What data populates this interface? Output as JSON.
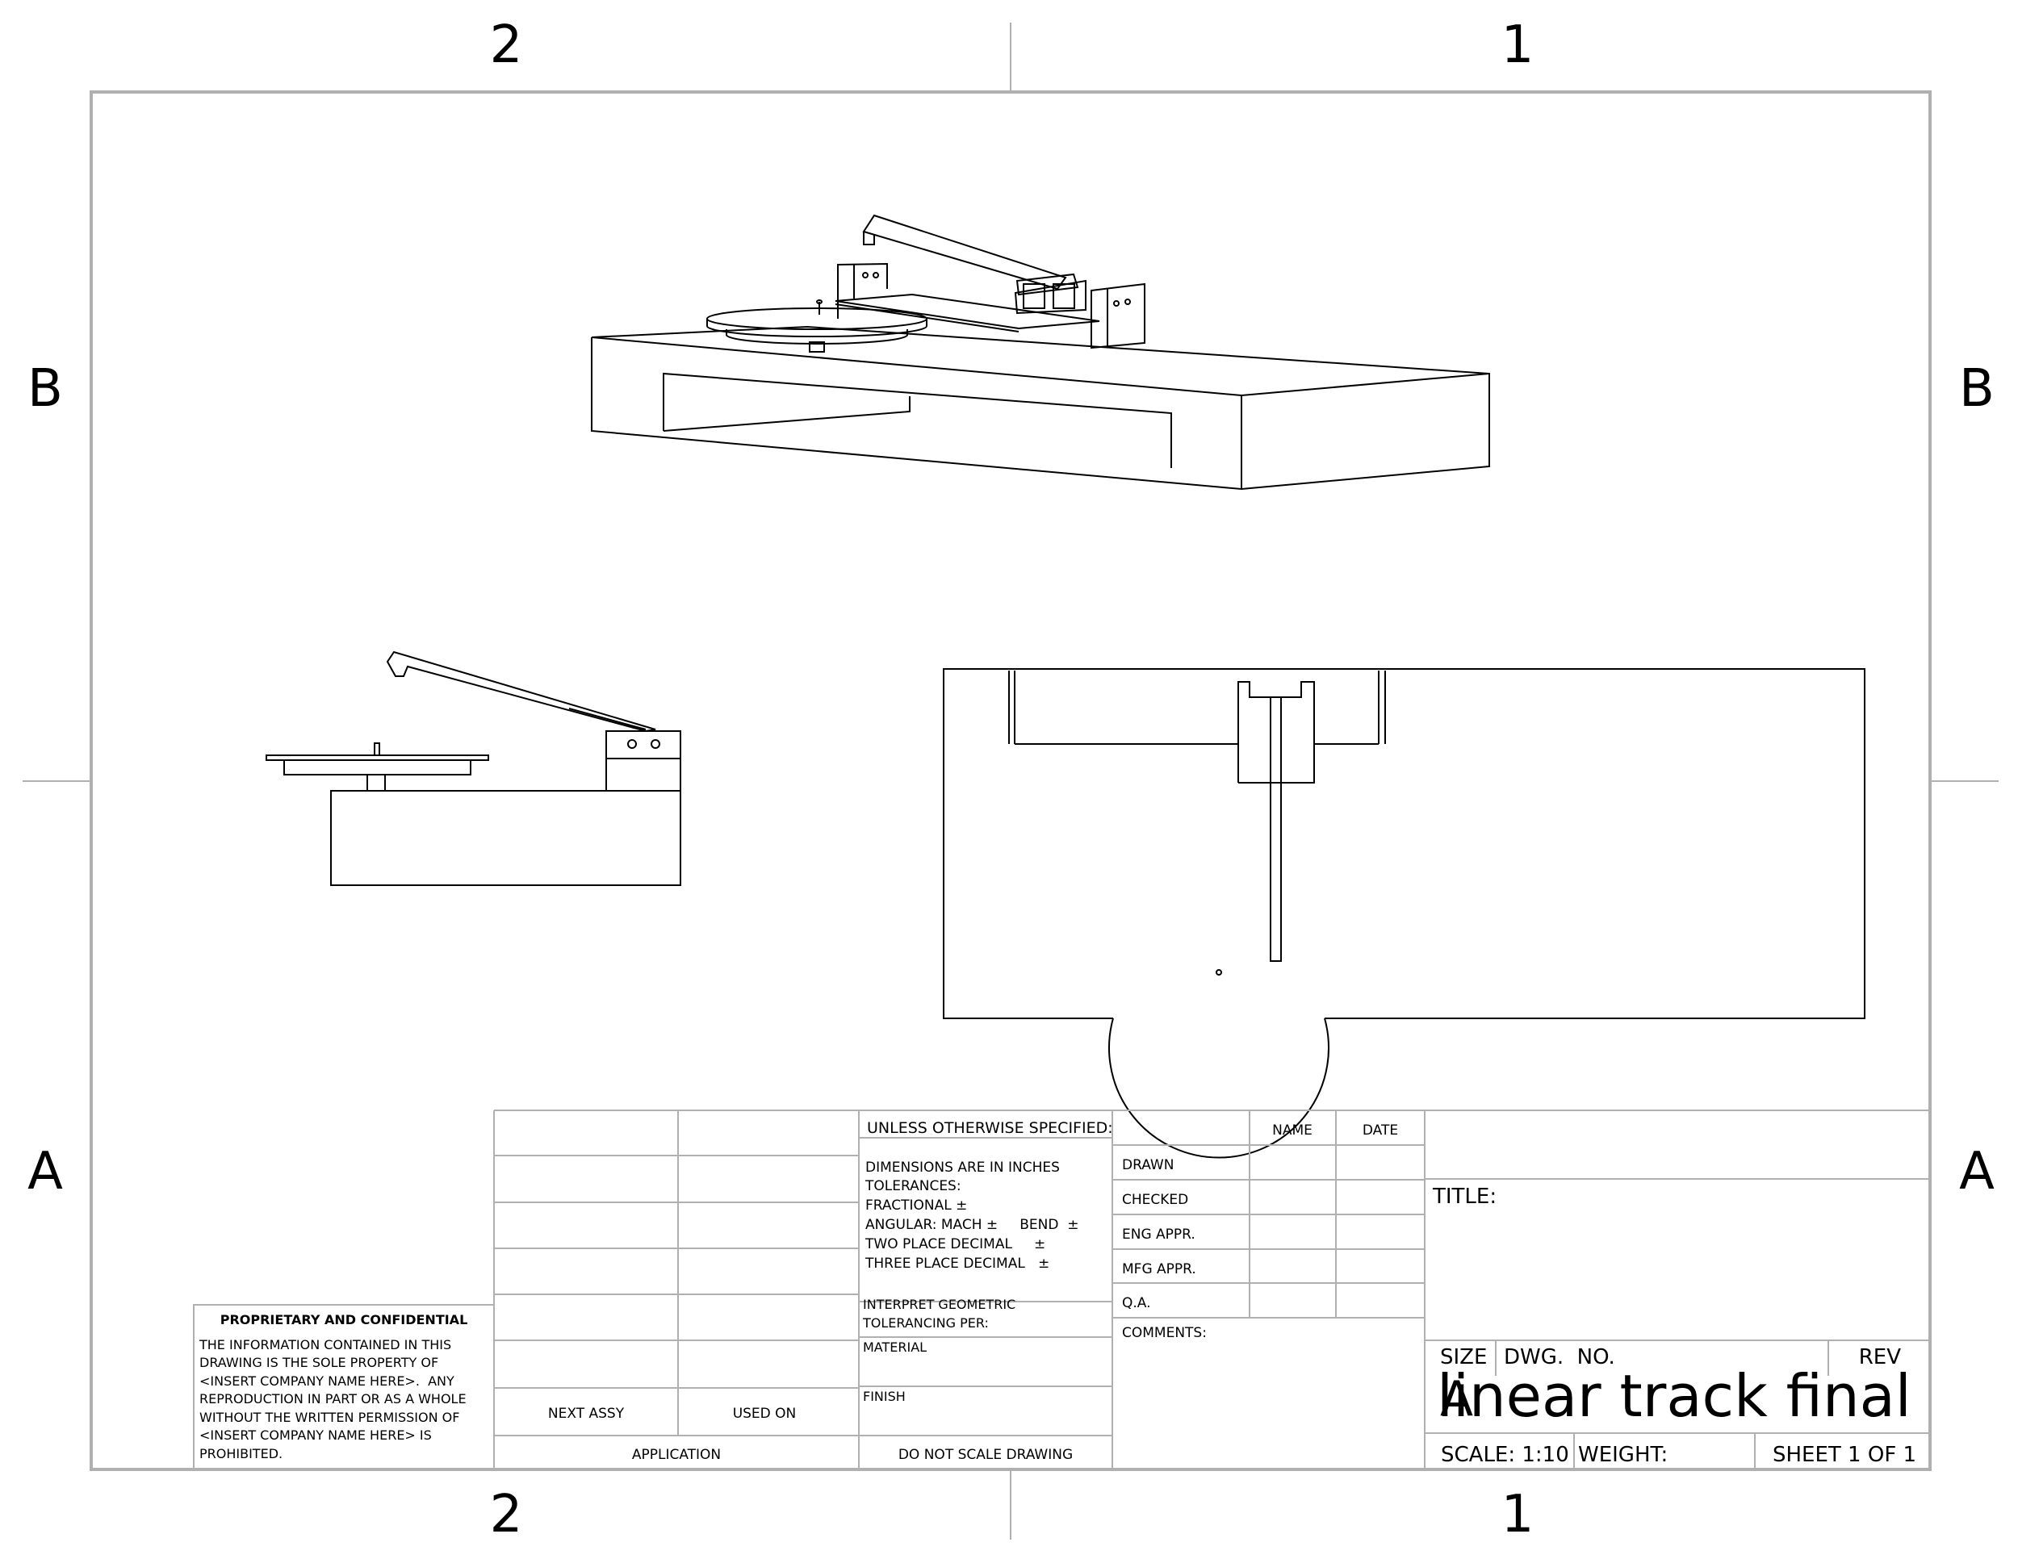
{
  "zones": {
    "cols_top": [
      "2",
      "1"
    ],
    "cols_bottom": [
      "2",
      "1"
    ],
    "rows_left": [
      "B",
      "A"
    ],
    "rows_right": [
      "B",
      "A"
    ]
  },
  "title_block": {
    "unless_specified": "UNLESS OTHERWISE SPECIFIED:",
    "tolerance_lines": [
      "DIMENSIONS ARE IN INCHES",
      "TOLERANCES:",
      "FRACTIONAL ±",
      "ANGULAR: MACH ±     BEND  ±",
      "TWO PLACE DECIMAL     ±",
      "THREE PLACE DECIMAL   ±"
    ],
    "interpret_lines": [
      "INTERPRET GEOMETRIC",
      "TOLERANCING PER:"
    ],
    "material": "MATERIAL",
    "finish": "FINISH",
    "do_not_scale": "DO NOT SCALE DRAWING",
    "next_assy": "NEXT ASSY",
    "used_on": "USED ON",
    "application": "APPLICATION",
    "col_name": "NAME",
    "col_date": "DATE",
    "sign_rows": [
      "DRAWN",
      "CHECKED",
      "ENG APPR.",
      "MFG APPR.",
      "Q.A."
    ],
    "comments": "COMMENTS:",
    "title_label": "TITLE:",
    "size_label": "SIZE",
    "size_value": "A",
    "dwg_no_label": "DWG.  NO.",
    "rev_label": "REV",
    "dwg_no_value": "linear track final",
    "scale": "SCALE: 1:10",
    "weight": "WEIGHT:",
    "sheet": "SHEET 1 OF 1"
  },
  "proprietary": {
    "heading": "PROPRIETARY AND CONFIDENTIAL",
    "lines": [
      "THE INFORMATION CONTAINED IN THIS",
      "DRAWING IS THE SOLE PROPERTY OF",
      "<INSERT COMPANY NAME HERE>.  ANY",
      "REPRODUCTION IN PART OR AS A WHOLE",
      "WITHOUT THE WRITTEN PERMISSION OF",
      "<INSERT COMPANY NAME HERE> IS",
      "PROHIBITED."
    ]
  }
}
